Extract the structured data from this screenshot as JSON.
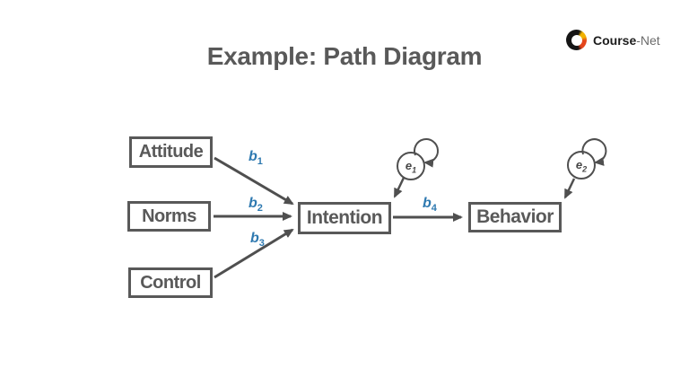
{
  "slide": {
    "title": "Example: Path Diagram",
    "logo": {
      "brand_bold": "Course",
      "brand_suffix": "-Net"
    },
    "nodes": {
      "attitude": "Attitude",
      "norms": "Norms",
      "control": "Control",
      "intention": "Intention",
      "behavior": "Behavior"
    },
    "path_labels": [
      {
        "base": "b",
        "sub": "1"
      },
      {
        "base": "b",
        "sub": "2"
      },
      {
        "base": "b",
        "sub": "3"
      },
      {
        "base": "b",
        "sub": "4"
      }
    ],
    "error_terms": [
      {
        "base": "e",
        "sub": "1"
      },
      {
        "base": "e",
        "sub": "2"
      }
    ],
    "colors": {
      "line_gray": "#4f4f4f",
      "node_border": "#595959",
      "path_label_blue": "#2e79b0"
    }
  }
}
